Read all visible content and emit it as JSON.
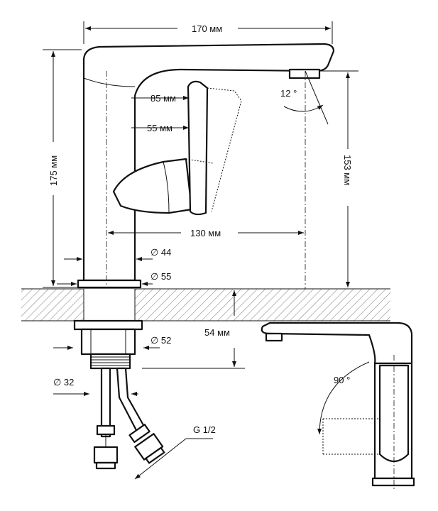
{
  "title": "Faucet dimensional drawing",
  "dimensions": {
    "total_length": "170 мм",
    "lever_reach": "85 мм",
    "lever_offset": "55 мм",
    "spout_angle": "12 °",
    "total_height": "175 мм",
    "spout_height": "153 мм",
    "spout_reach": "130 мм",
    "body_diameter": "∅ 44",
    "base_diameter": "∅ 55",
    "under_counter": "54 мм",
    "nut_diameter": "∅ 52",
    "thread_diameter": "∅ 32",
    "hose_thread": "G 1/2",
    "swivel_angle": "90 °"
  }
}
